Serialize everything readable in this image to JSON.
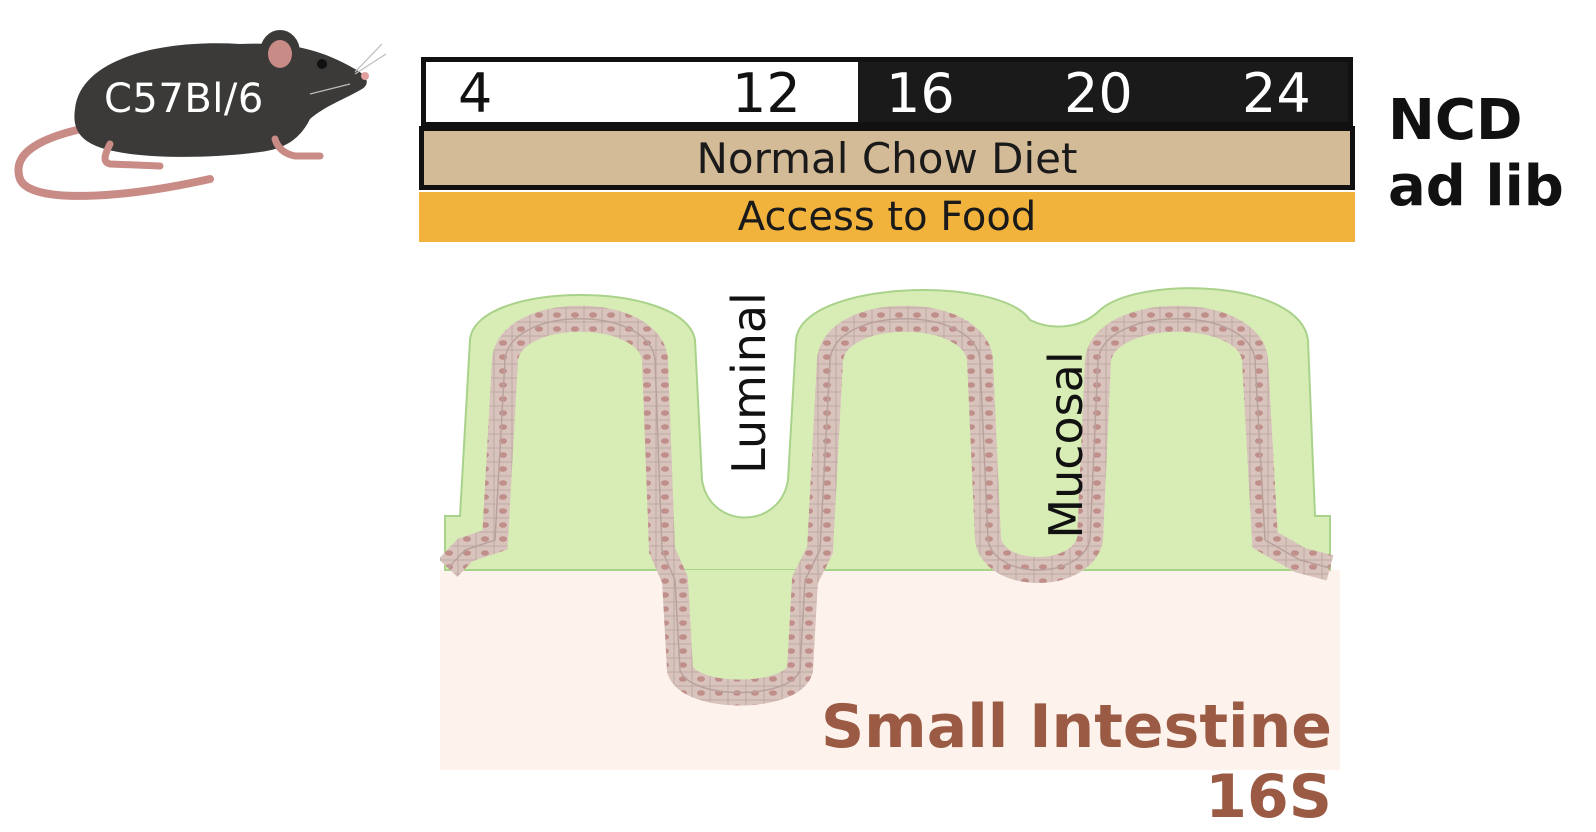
{
  "mouse": {
    "strain": "C57Bl/6",
    "icon": "mouse-icon"
  },
  "timeline": {
    "hours": [
      "4",
      "12",
      "16",
      "20",
      "24"
    ],
    "diet": "Normal Chow Diet",
    "feeding": "Access to Food",
    "condition_line1": "NCD",
    "condition_line2": "ad lib"
  },
  "intestine": {
    "title": "Small Intestine 16S",
    "luminal": "Luminal",
    "mucosal": "Mucosal"
  },
  "colors": {
    "light_phase": "#ffffff",
    "dark_phase": "#1a1a1a",
    "diet_bar": "#d4bb98",
    "food_bar": "#f2b33d",
    "mucus": "#d8ecb5",
    "epithelium": "#d9c3bd",
    "lamina": "#fdf3ec",
    "title": "#9a5a43"
  }
}
